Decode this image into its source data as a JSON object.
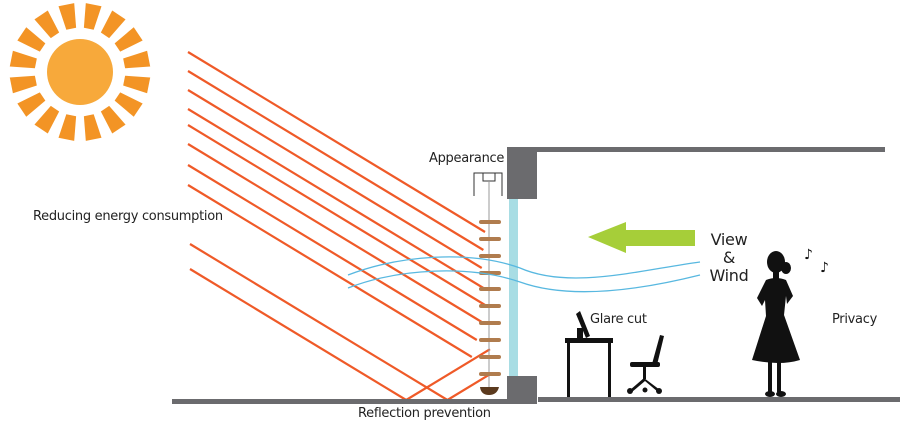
{
  "title": "Exterior blind functions diagram",
  "labels": {
    "reducing_energy": "Reducing energy consumption",
    "appearance": "Appearance",
    "view": "View",
    "and": "&",
    "wind": "Wind",
    "glare_cut": "Glare cut",
    "privacy": "Privacy",
    "reflection_prevention": "Reflection prevention"
  },
  "colors": {
    "sun_core": "#F7A93B",
    "sun_rays": "#F39425",
    "sun_light": "#EF5A28",
    "slat": "#B07C4E",
    "slat_bottom": "#5B3A1E",
    "glass": "#A8DDE4",
    "wall": "#6B6B6E",
    "wind": "#58B8E0",
    "arrow": "#A6CE39",
    "silhouette": "#111111"
  },
  "icons": [
    "sun-icon",
    "music-note-icon",
    "woman-silhouette-icon",
    "desk-monitor-icon",
    "office-chair-icon",
    "arrow-left-icon"
  ],
  "counts": {
    "incoming_rays": 10,
    "blind_slats": 10
  }
}
